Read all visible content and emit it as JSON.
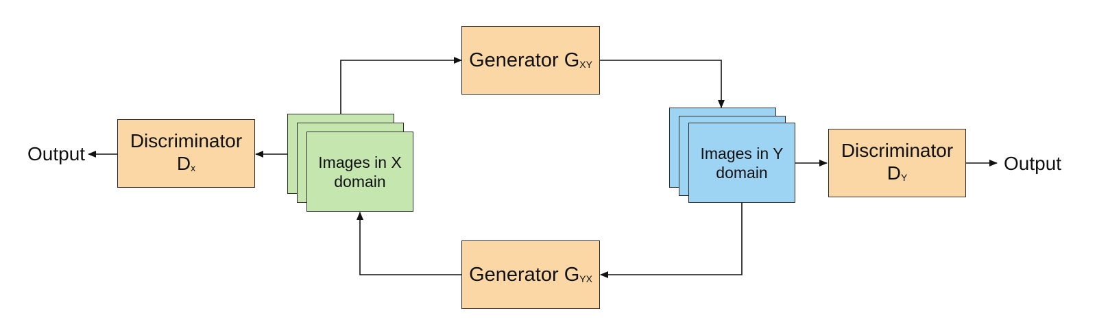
{
  "diagram": {
    "generator_xy": {
      "label": "Generator G",
      "sub": "XY"
    },
    "generator_yx": {
      "label": "Generator G",
      "sub": "YX"
    },
    "discriminator_x": {
      "line1": "Discriminator",
      "letter": "D",
      "sub": "x"
    },
    "discriminator_y": {
      "line1": "Discriminator",
      "letter": "D",
      "sub": "Y"
    },
    "images_x": {
      "line1": "Images in X",
      "line2": "domain"
    },
    "images_y": {
      "line1": "Images in Y",
      "line2": "domain"
    },
    "output_left": "Output",
    "output_right": "Output"
  },
  "colors": {
    "generator_fill": "#fad7a5",
    "discriminator_fill": "#fad7a5",
    "images_x_fill": "#c6e6b0",
    "images_y_fill": "#9dd3f3",
    "stroke": "#2b2b2b"
  }
}
